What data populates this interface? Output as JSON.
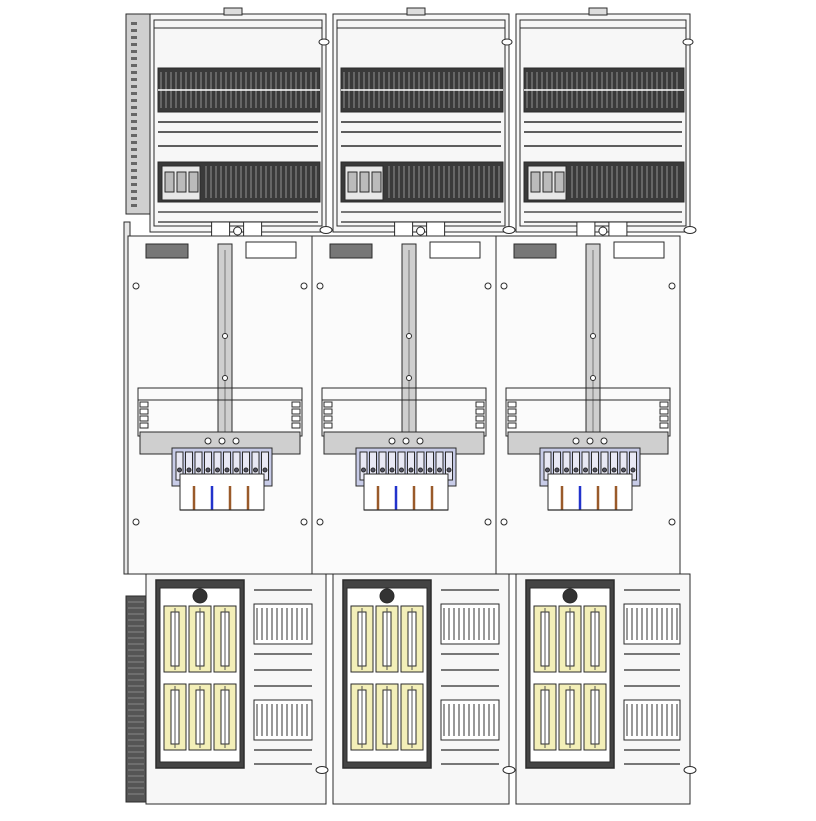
{
  "diagram": {
    "columns": 3,
    "sections": [
      "top-distribution-panel",
      "meter-mounting-panel",
      "fuse-panel"
    ],
    "colors": {
      "background": "#ffffff",
      "line": "#2b2b2b",
      "panel_fill": "#f7f7f7",
      "dark_block": "#3a3a3a",
      "rail_fill": "#cfcfcf",
      "fuse_yellow": "#f3efb8",
      "terminal_blue": "#c8cce8",
      "wire_copper": "#9a5a2a",
      "wire_blue": "#2233cc"
    },
    "icons": [
      "label-plate-icon",
      "fuse-holder-icon",
      "terminal-block-icon",
      "vent-grille-icon",
      "din-rail-icon"
    ]
  }
}
